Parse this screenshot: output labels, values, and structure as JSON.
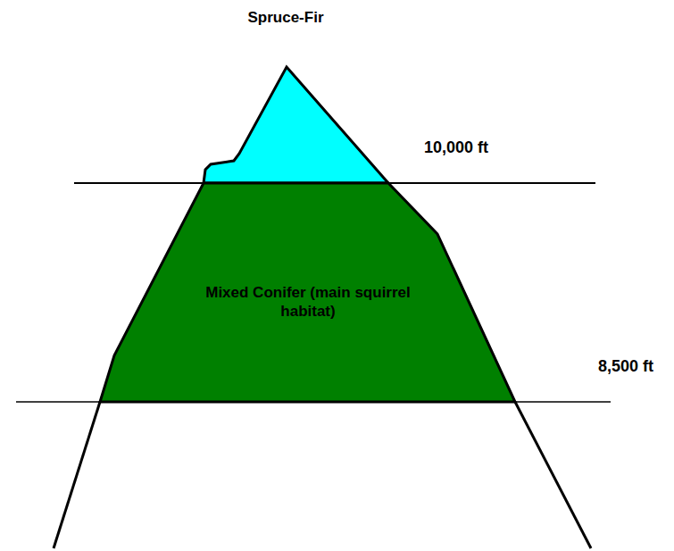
{
  "diagram": {
    "nodes": [
      {
        "text": [
          "Spruce-Fir"
        ]
      },
      {
        "text": [
          "Mixed Conifer (main squirrel habitat)"
        ]
      }
    ],
    "labels": [
      "10,000 ft",
      "8,500 ft"
    ]
  }
}
